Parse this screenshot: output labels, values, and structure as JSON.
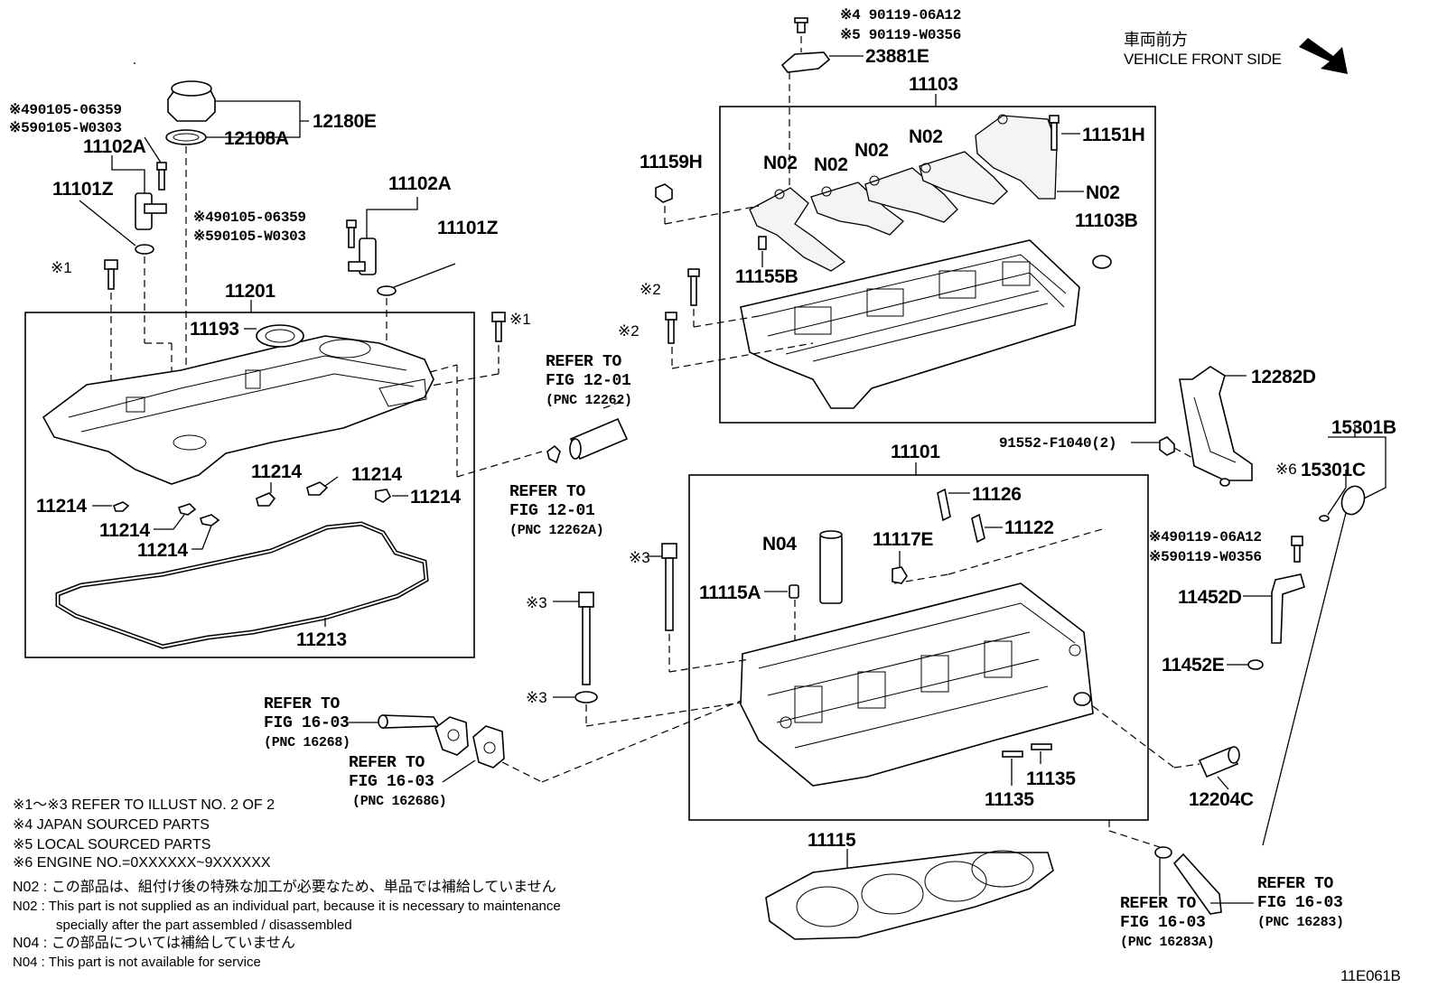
{
  "orientation": {
    "jp": "車両前方",
    "en": "VEHICLE FRONT SIDE",
    "icon": "arrow-down-right-icon"
  },
  "sheet_id": "11E061B",
  "callouts": {
    "p23881E_note4": "※4 90119-06A12",
    "p23881E_note5": "※5 90119-W0356",
    "p23881E": "23881E",
    "p11103": "11103",
    "p11151H": "11151H",
    "p11159H": "11159H",
    "p11103B": "11103B",
    "p11155B": "11155B",
    "n02_a": "N02",
    "n02_b": "N02",
    "n02_c": "N02",
    "n02_d": "N02",
    "n02_e": "N02",
    "bolt2_a": "※2",
    "bolt2_b": "※2",
    "p12180E": "12180E",
    "p12108A": "12108A",
    "left_note4": "※490105-06359",
    "left_note5": "※590105-W0303",
    "p11102A_left": "11102A",
    "p11101Z_left": "11101Z",
    "p11102A_right": "11102A",
    "mid_note4": "※490105-06359",
    "mid_note5": "※590105-W0303",
    "p11101Z_right": "11101Z",
    "bolt1_left": "※1",
    "bolt1_right": "※1",
    "p11201": "11201",
    "p11193": "11193",
    "p11214_a": "11214",
    "p11214_b": "11214",
    "p11214_c": "11214",
    "p11214_d": "11214",
    "p11214_e": "11214",
    "p11214_f": "11214",
    "p11213": "11213",
    "p12282D": "12282D",
    "p91552": "91552-F1040(2)",
    "p11101": "11101",
    "p15301B": "15301B",
    "p15301C": "15301C",
    "note6": "※6",
    "p11126": "11126",
    "p11122": "11122",
    "n04": "N04",
    "p11117E": "11117E",
    "bolt3_a": "※3",
    "bolt3_b": "※3",
    "bolt3_c": "※3",
    "p11115A": "11115A",
    "right_note4": "※490119-06A12",
    "right_note5": "※590119-W0356",
    "p11452D": "11452D",
    "p11452E": "11452E",
    "p12204C": "12204C",
    "p11135_a": "11135",
    "p11135_b": "11135",
    "p11115": "11115"
  },
  "refs": {
    "ref_a": {
      "l1": "REFER TO",
      "l2": "FIG 12-01",
      "pnc": "(PNC 12262)"
    },
    "ref_b": {
      "l1": "REFER TO",
      "l2": "FIG 12-01",
      "pnc": "(PNC 12262A)"
    },
    "ref_c": {
      "l1": "REFER TO",
      "l2": "FIG 16-03",
      "pnc": "(PNC 16268)"
    },
    "ref_d": {
      "l1": "REFER TO",
      "l2": "FIG 16-03",
      "pnc": "(PNC 16268G)"
    },
    "ref_e": {
      "l1": "REFER TO",
      "l2": "FIG 16-03",
      "pnc": "(PNC 16283A)"
    },
    "ref_f": {
      "l1": "REFER TO",
      "l2": "FIG 16-03",
      "pnc": "(PNC 16283)"
    }
  },
  "notes": [
    "※1～※3  REFER TO ILLUST NO. 2 OF 2",
    "※4  JAPAN SOURCED PARTS",
    "※5  LOCAL SOURCED PARTS",
    "※6  ENGINE NO.=0XXXXXX~9XXXXXX",
    "N02 : この部品は、組付け後の特殊な加工が必要なため、単品では補給していません",
    "N02 : This part is not supplied as an individual part, because it is necessary to maintenance",
    "specially after the part assembled / disassembled",
    "N04 : この部品については補給していません",
    "N04 : This part is not available for service"
  ]
}
